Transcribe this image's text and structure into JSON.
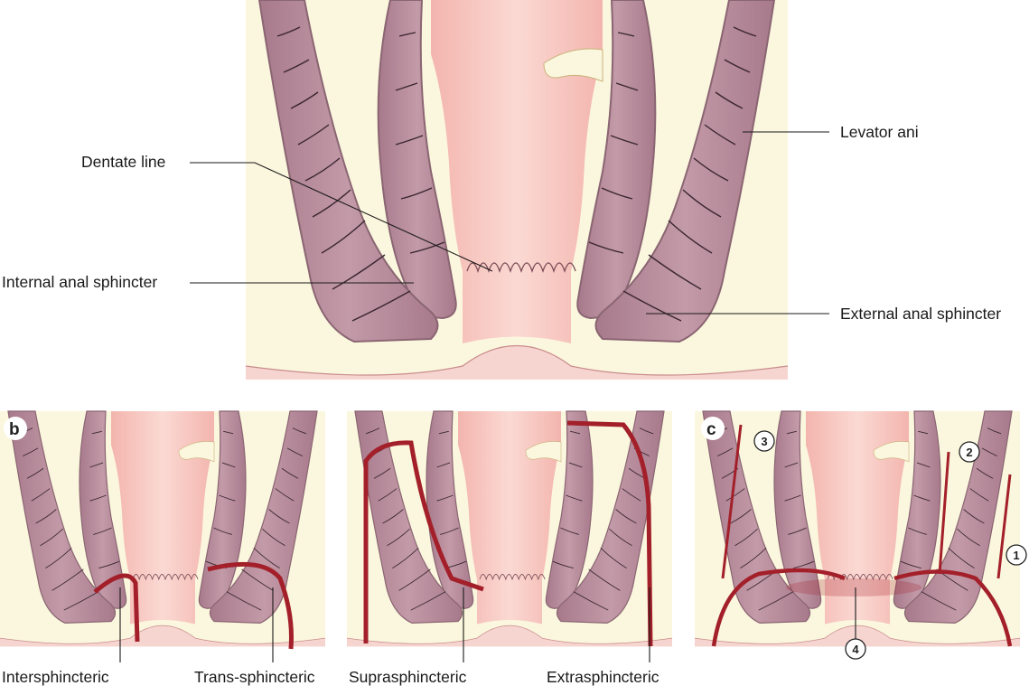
{
  "panel_a": {
    "labels": {
      "dentate_line": "Dentate line",
      "internal_sphincter": "Internal anal sphincter",
      "levator_ani": "Levator ani",
      "external_sphincter": "External anal sphincter"
    }
  },
  "panel_b": {
    "letter": "b",
    "labels": {
      "intersphincteric": "Intersphincteric",
      "trans_sphincteric": "Trans-sphincteric",
      "suprasphincteric": "Suprasphincteric",
      "extrasphincteric": "Extrasphincteric"
    }
  },
  "panel_c": {
    "letter": "c",
    "markers": [
      "1",
      "2",
      "3",
      "4"
    ]
  },
  "colors": {
    "fat": "#fbf7de",
    "mucosa": "#f6c6c0",
    "muscle": "#b28596",
    "muscle_border": "#8a6572",
    "fistula": "#a3202a"
  }
}
